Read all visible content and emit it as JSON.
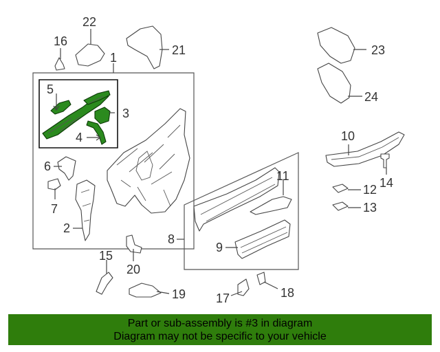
{
  "callouts": [
    "1",
    "2",
    "3",
    "4",
    "5",
    "6",
    "7",
    "8",
    "9",
    "10",
    "11",
    "12",
    "13",
    "14",
    "15",
    "16",
    "17",
    "18",
    "19",
    "20",
    "21",
    "22",
    "23",
    "24"
  ],
  "banner": {
    "line1": "Part or sub-assembly is #3 in diagram",
    "line2": "Diagram may not be specific to your vehicle"
  },
  "colors": {
    "highlight": "#2b8a1e",
    "banner": "#2f7d0c"
  }
}
